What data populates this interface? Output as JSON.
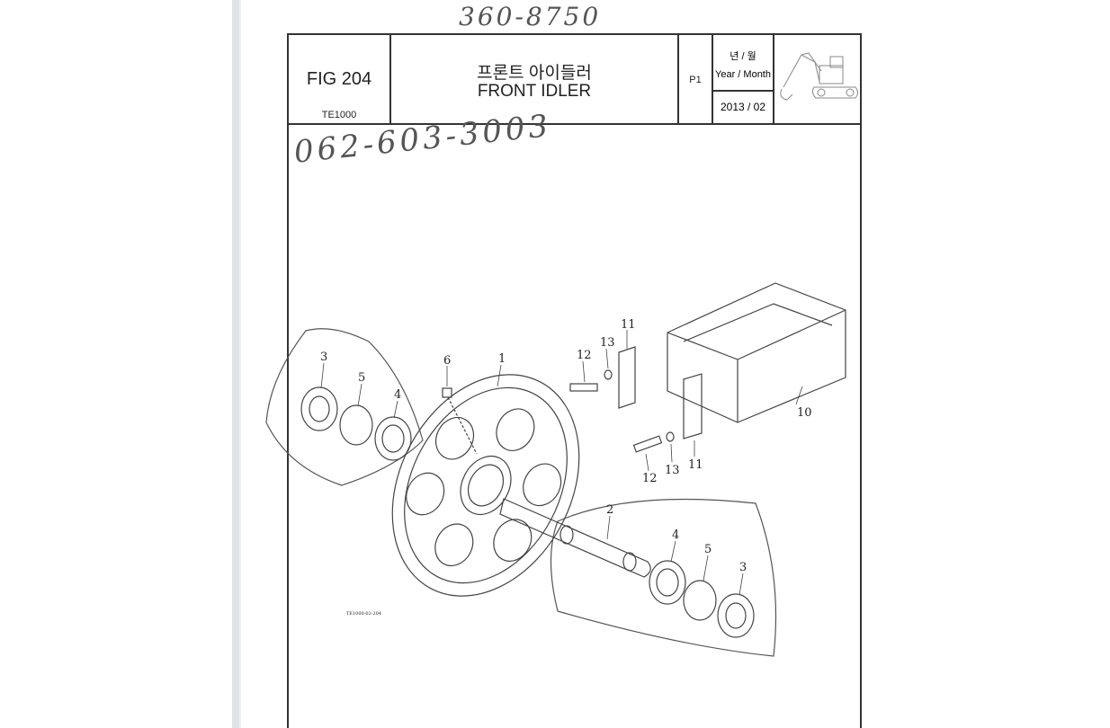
{
  "handwritten": {
    "top_note": "360-8750",
    "fax_note": "062-603-3003"
  },
  "title_block": {
    "fig_no": "FIG 204",
    "model": "TE1000",
    "name_ko": "프론트 아이들러",
    "name_en": "FRONT IDLER",
    "page": "P1",
    "year_month_ko": "년 / 월",
    "year_month_en": "Year / Month",
    "date": "2013 / 02"
  },
  "parts_callouts": [
    "1",
    "2",
    "3",
    "4",
    "5",
    "6",
    "10",
    "11",
    "12",
    "13"
  ],
  "drawing_code": "TE1000-02-204"
}
